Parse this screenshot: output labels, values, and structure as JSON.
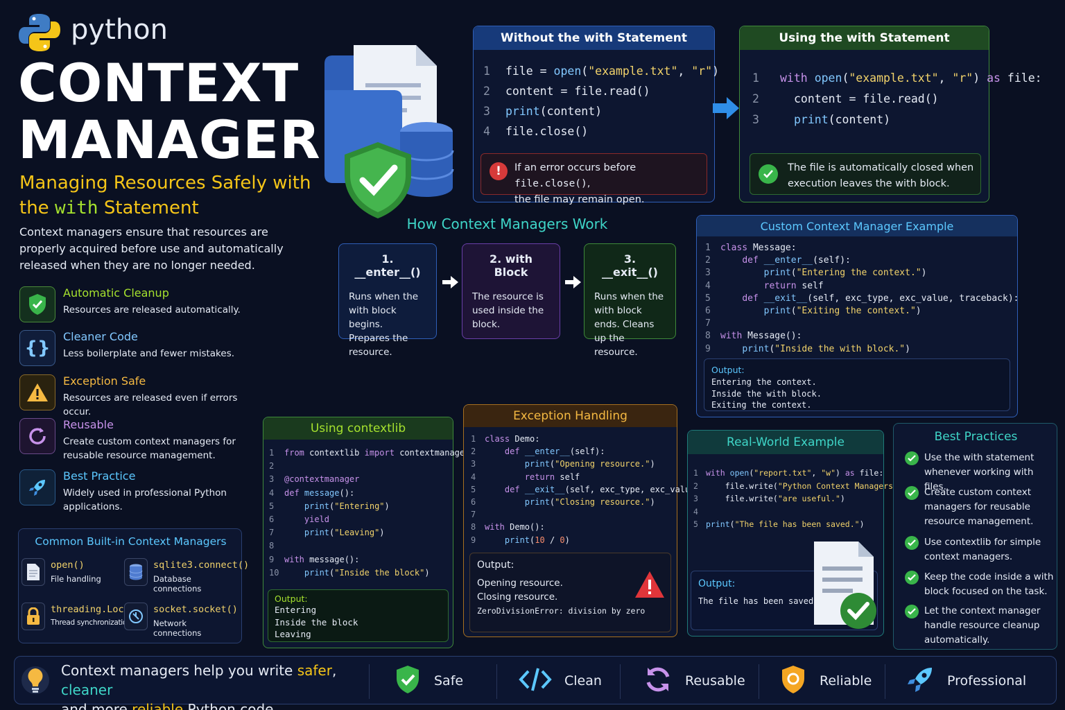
{
  "brand": "python",
  "title_line1": "CONTEXT",
  "title_line2": "MANAGERS",
  "subtitle_a": "Managing Resources Safely with",
  "subtitle_b_pre": "the ",
  "subtitle_b_code": "with",
  "subtitle_b_post": " Statement",
  "intro": "Context managers ensure that resources are properly acquired before use and automatically released when they are no longer needed.",
  "features": [
    {
      "title": "Automatic Cleanup",
      "desc": "Resources are released automatically.",
      "color": "#a6e22e"
    },
    {
      "title": "Cleaner Code",
      "desc": "Less boilerplate and fewer mistakes.",
      "color": "#82c8ff"
    },
    {
      "title": "Exception Safe",
      "desc": "Resources are released even if errors occur.",
      "color": "#f5b942"
    },
    {
      "title": "Reusable",
      "desc": "Create custom context managers for reusable resource management.",
      "color": "#c792ea"
    },
    {
      "title": "Best Practice",
      "desc": "Widely used in professional Python applications.",
      "color": "#5cc8ff"
    }
  ],
  "builtins": {
    "title": "Common Built-in Context Managers",
    "items": [
      {
        "name": "open()",
        "desc": "File handling"
      },
      {
        "name": "sqlite3.connect()",
        "desc": "Database connections"
      },
      {
        "name": "threading.Lock()",
        "desc": "Thread synchronization"
      },
      {
        "name": "socket.socket()",
        "desc": "Network connections"
      }
    ]
  },
  "without": {
    "title": "Without the with Statement",
    "lines": [
      "1",
      "2",
      "3",
      "4"
    ],
    "warn_pre": "If an error occurs before ",
    "warn_code": "file.close()",
    "warn_post": ",",
    "warn_line2": "the file may remain open."
  },
  "using": {
    "title": "Using the with Statement",
    "lines": [
      "1",
      "2",
      "3"
    ],
    "ok_line1": "The file is automatically closed when",
    "ok_line2": "execution leaves the with block."
  },
  "how": {
    "title": "How Context Managers Work",
    "steps": [
      {
        "head": "1. __enter__()",
        "body": "Runs when the with block begins. Prepares the resource."
      },
      {
        "head": "2. with Block",
        "body": "The resource is used inside the block."
      },
      {
        "head": "3. __exit__()",
        "body": "Runs when the with block ends. Cleans up the resource."
      }
    ]
  },
  "custom": {
    "title": "Custom Context Manager Example",
    "output_label": "Output:",
    "output": [
      "Entering the context.",
      "Inside the with block.",
      "Exiting the context."
    ]
  },
  "contextlib": {
    "title": "Using contextlib",
    "output_label": "Output:",
    "output": [
      "Entering",
      "Inside the block",
      "Leaving"
    ]
  },
  "exception": {
    "title": "Exception Handling",
    "output_label": "Output:",
    "output": [
      "Opening resource.",
      "Closing resource.",
      "ZeroDivisionError: division by zero"
    ]
  },
  "realworld": {
    "title": "Real-World Example",
    "output_label": "Output:",
    "output": "The file has been saved."
  },
  "best": {
    "title": "Best Practices",
    "items": [
      "Use the with statement whenever working with files.",
      "Create custom context managers for reusable resource management.",
      "Use contextlib for simple context managers.",
      "Keep the code inside a with block focused on the task.",
      "Let the context manager handle resource cleanup automatically."
    ]
  },
  "footer": {
    "t1": "Context managers help you write ",
    "safer": "safer",
    "comma": ", ",
    "cleaner": "cleaner",
    "t2": "and more ",
    "reliable": "reliable",
    "t3": " Python code.",
    "badges": [
      "Safe",
      "Clean",
      "Reusable",
      "Reliable",
      "Professional"
    ]
  }
}
